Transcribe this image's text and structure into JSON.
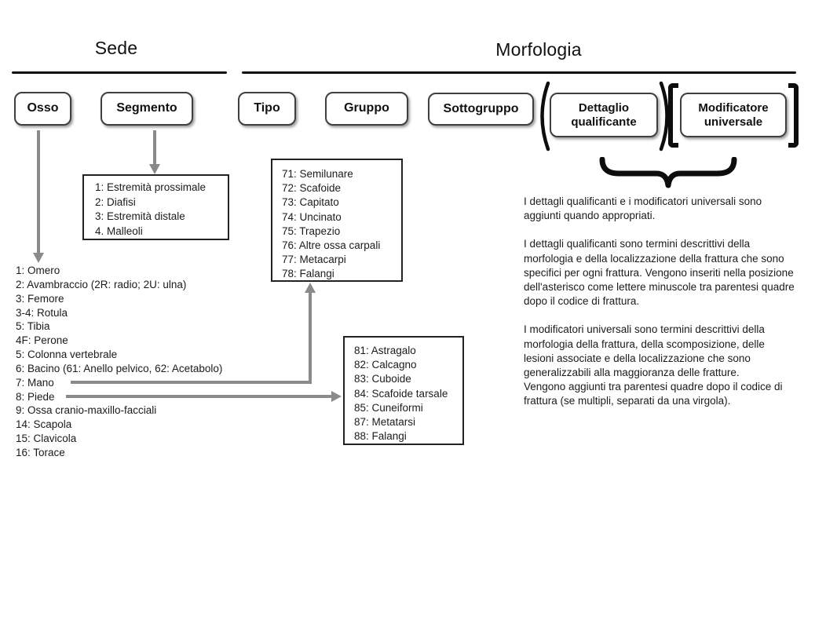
{
  "headers": {
    "sede": "Sede",
    "morfologia": "Morfologia"
  },
  "flow_boxes": {
    "osso": "Osso",
    "segmento": "Segmento",
    "tipo": "Tipo",
    "gruppo": "Gruppo",
    "sottogruppo": "Sottogruppo",
    "dettaglio_qualificante": "Dettaglio qualificante",
    "modificatore_universale": "Modificatore universale"
  },
  "segment_box": {
    "items": [
      "1: Estremità prossimale",
      "2: Diafisi",
      "3: Estremità distale",
      "4. Malleoli"
    ]
  },
  "bone_list": {
    "items": [
      "1: Omero",
      "2: Avambraccio (2R: radio; 2U: ulna)",
      "3: Femore",
      "3-4: Rotula",
      "5: Tibia",
      "4F: Perone",
      "5: Colonna vertebrale",
      "6: Bacino (61: Anello pelvico, 62: Acetabolo)",
      "7: Mano",
      "8: Piede",
      "9: Ossa cranio-maxillo-facciali",
      "14: Scapola",
      "15: Clavicola",
      "16: Torace"
    ]
  },
  "hand_box": {
    "items": [
      "71: Semilunare",
      "72: Scafoide",
      "73: Capitato",
      "74: Uncinato",
      "75: Trapezio",
      "76: Altre ossa carpali",
      "77: Metacarpi",
      "78: Falangi"
    ]
  },
  "foot_box": {
    "items": [
      "81: Astragalo",
      "82: Calcagno",
      "83: Cuboide",
      "84: Scafoide tarsale",
      "85: Cuneiformi",
      "87: Metatarsi",
      "88: Falangi"
    ]
  },
  "notes": {
    "paragraph1_lines": [
      "I dettagli qualificanti e i modificatori universali sono",
      "aggiunti quando appropriati."
    ],
    "paragraph2_lines": [
      "I dettagli qualificanti sono termini descrittivi della",
      "morfologia e della localizzazione della frattura che sono",
      "specifici per ogni frattura. Vengono inseriti nella posizione",
      "dell'asterisco come lettere minuscole tra parentesi quadre",
      "dopo il codice di frattura."
    ],
    "paragraph3_lines": [
      "I modificatori universali sono termini descrittivi della",
      "morfologia della frattura, della scomposizione, delle",
      "lesioni associate e della localizzazione che sono",
      "generalizzabili alla maggioranza delle fratture.",
      "Vengono aggiunti tra parentesi quadre dopo il codice di",
      "frattura (se multipli, separati da una virgola)."
    ]
  },
  "colors": {
    "background": "#ffffff",
    "text": "#1b1b1b",
    "box_border": "#3f3f3f",
    "header_line": "#111111",
    "arrow": "#8a8a8a",
    "brace": "#0d0d0d"
  }
}
